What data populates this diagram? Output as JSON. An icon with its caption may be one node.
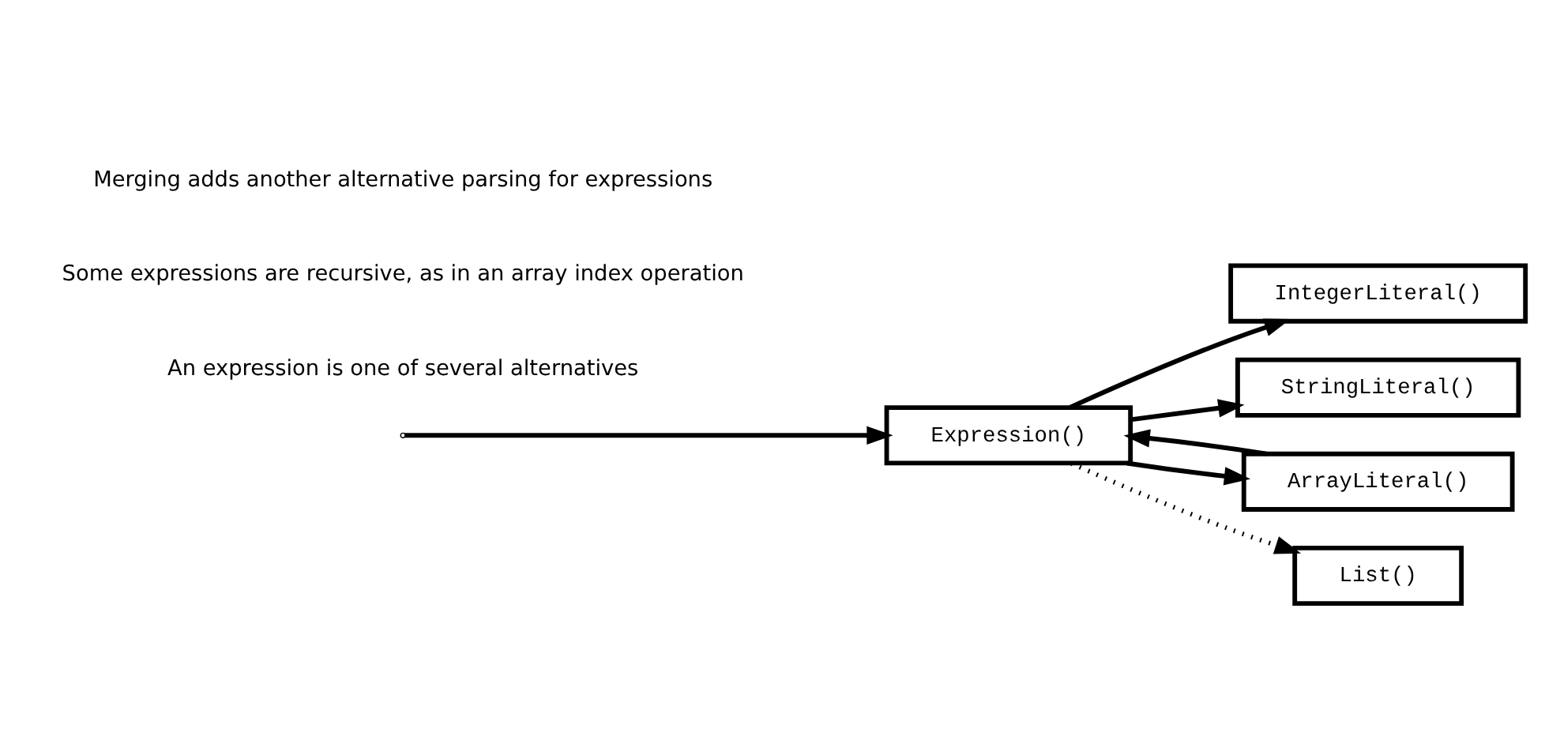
{
  "diagram": {
    "nodes": [
      {
        "text": [
          "Expression()"
        ]
      },
      {
        "text": [
          "IntegerLiteral()"
        ]
      },
      {
        "text": [
          "StringLiteral()"
        ]
      },
      {
        "text": [
          "ArrayLiteral()"
        ]
      },
      {
        "text": [
          "List()"
        ]
      }
    ],
    "edges": [
      {
        "from": null,
        "to": 0,
        "arrow": "to"
      },
      {
        "from": 0,
        "to": 1,
        "arrow": "to"
      },
      {
        "from": 0,
        "to": 2,
        "arrow": "to"
      },
      {
        "from": 0,
        "to": 3,
        "arrow": "to"
      },
      {
        "from": 0,
        "to": 4,
        "arrow": "to",
        "style": "dashed"
      },
      {
        "from": 3,
        "to": 0,
        "arrow": "to"
      }
    ],
    "labels": [
      "An expression is one of several alternatives",
      "Some expressions are recursive, as in an array index operation",
      "Merging adds another alternative parsing for expressions"
    ]
  }
}
